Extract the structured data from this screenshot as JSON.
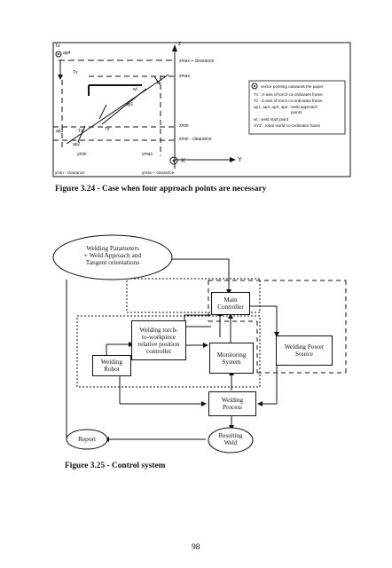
{
  "figure24": {
    "labels": {
      "tz": "Tz",
      "ap4": "ap4",
      "tx_top": "Tx",
      "z": "Z",
      "zmax_clearance": "zmax + clearance",
      "zmax": "zmax",
      "wl": "wl",
      "tx_mid": "Tx",
      "ap1": "ap1",
      "zmin": "zmin",
      "zmin_clearance": "zmin - clearance",
      "ap3": "ap3",
      "tx_left": "Tx",
      "tx_low": "Tx",
      "ap2": "ap2",
      "ymin": "ymin",
      "ymax": "ymax",
      "x": "X",
      "y": "Y",
      "ymin_clearance": "ymin - clearance",
      "ymax_clearance": "ymax + clearance"
    },
    "legend": {
      "vector_note": "vector pointing outwards the paper",
      "tx_note": "Tx : X-axis of torch co-ordinates frame",
      "tz_note": "Tz : Z-axis of torch co-ordinates frame",
      "ap_note_1": "ap1, ap2, ap3, ap4 : weld approach",
      "ap_note_2": "points",
      "wl_note": "wl : weld start point",
      "xyz_note": "XYZ : robot world co-ordinates frame"
    },
    "caption": "Figure 3.24 - Case when four approach points are necessary"
  },
  "figure25": {
    "welding_parameters": [
      "Welding Parameters",
      "+ Weld Approach and",
      "Tangent orientations"
    ],
    "main_controller": [
      "Main",
      "Controller"
    ],
    "torch_controller": [
      "Welding torch-",
      "to-workpiece",
      "relative position",
      "controller"
    ],
    "welding_robot": [
      "Welding",
      "Robot"
    ],
    "monitoring_system": [
      "Monitoring",
      "System"
    ],
    "welding_power_source": [
      "Welding Power",
      "Source"
    ],
    "welding_process": [
      "Welding",
      "Process"
    ],
    "report": "Report",
    "resulting_weld": [
      "Resulting",
      "Weld"
    ],
    "caption": "Figure 3.25 - Control system"
  },
  "page_number": "98"
}
